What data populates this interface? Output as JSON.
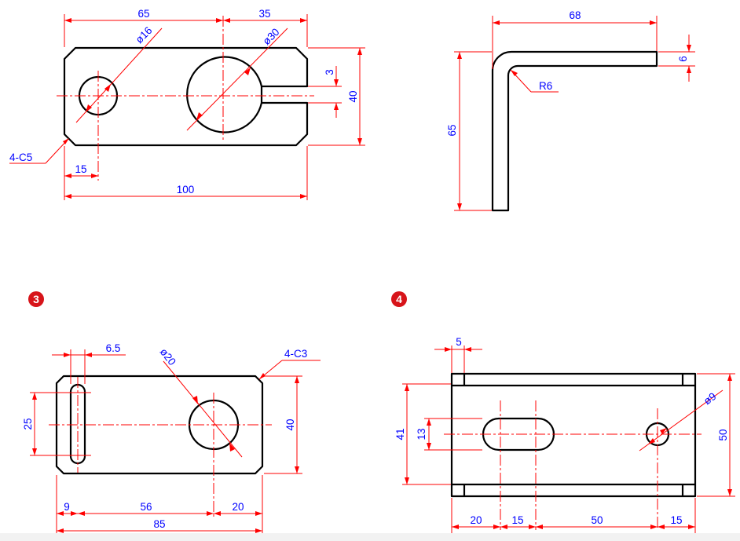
{
  "view1": {
    "dims": {
      "d65": "65",
      "d35": "35",
      "phi16": "ø16",
      "phi30": "ø30",
      "d3": "3",
      "d40": "40",
      "chamfer": "4-C5",
      "d15": "15",
      "d100": "100"
    }
  },
  "view2": {
    "dims": {
      "d68": "68",
      "d6": "6",
      "r6": "R6",
      "d65": "65"
    }
  },
  "view3": {
    "badge": "3",
    "dims": {
      "d6_5": "6.5",
      "phi20": "ø20",
      "chamfer": "4-C3",
      "d25": "25",
      "d40": "40",
      "d9": "9",
      "d56": "56",
      "d20": "20",
      "d85": "85"
    }
  },
  "view4": {
    "badge": "4",
    "dims": {
      "d5": "5",
      "phi9": "ø9",
      "d41": "41",
      "d13": "13",
      "d50v": "50",
      "d20": "20",
      "d15a": "15",
      "d50": "50",
      "d15b": "15"
    }
  },
  "colors": {
    "object": "#000000",
    "dimension": "#ff0000",
    "text": "#0000ff",
    "badge": "#d7141a"
  }
}
